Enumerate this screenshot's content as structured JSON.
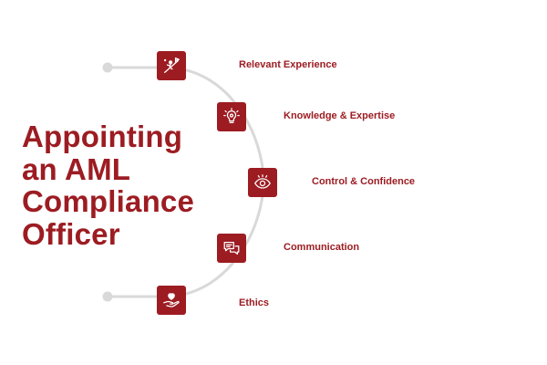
{
  "title": {
    "lines": [
      "Appointing",
      "an AML",
      "Compliance",
      "Officer"
    ]
  },
  "colors": {
    "accent": "#9c1c22",
    "arc": "#d9d9d9",
    "icon": "#ffffff"
  },
  "items": [
    {
      "label": "Relevant Experience",
      "icon": "climber-flag-icon"
    },
    {
      "label": "Knowledge & Expertise",
      "icon": "lightbulb-icon"
    },
    {
      "label": "Control & Confidence",
      "icon": "eye-icon"
    },
    {
      "label": "Communication",
      "icon": "speech-bubbles-icon"
    },
    {
      "label": "Ethics",
      "icon": "hand-heart-icon"
    }
  ]
}
